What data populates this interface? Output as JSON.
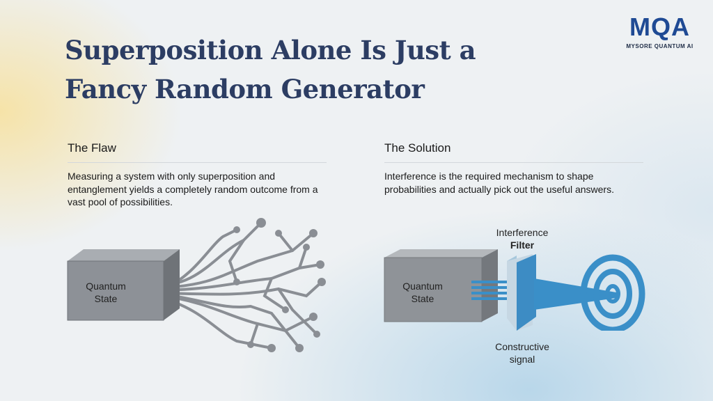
{
  "title": {
    "line1": "Superposition Alone Is Just a",
    "line2": "Fancy Random Generator"
  },
  "logo": {
    "mark": "MQA",
    "subtitle": "MYSORE QUANTUM AI"
  },
  "flaw": {
    "heading": "The Flaw",
    "body": "Measuring a system with only superposition and entanglement yields a completely random outcome from a vast pool of possibilities.",
    "box_label_1": "Quantum",
    "box_label_2": "State"
  },
  "solution": {
    "heading": "The Solution",
    "body": "Interference is the required mechanism to shape probabilities and actually pick out the useful answers.",
    "box_label_1": "Quantum",
    "box_label_2": "State",
    "filter_label_1": "Interference",
    "filter_label_2": "Filter",
    "signal_label_1": "Constructive",
    "signal_label_2": "signal"
  },
  "colors": {
    "title": "#2c3d63",
    "accent": "#3a8fc8"
  }
}
